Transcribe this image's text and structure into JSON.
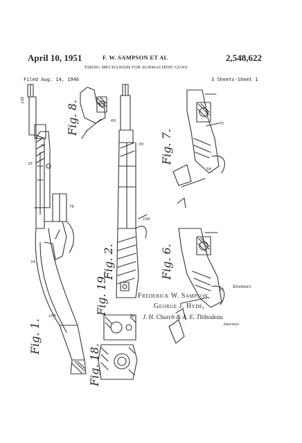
{
  "header": {
    "date": "April 10, 1951",
    "inventors": "F. W. SAMPSON  ET AL",
    "patent_number": "2,548,622",
    "title": "FIRING MECHANISM FOR SUBMACHINE GUNS",
    "filed": "Filed Aug. 14, 1946",
    "sheets": "3 Sheets-Sheet 1"
  },
  "figures": {
    "fig1": "Fig. 1.",
    "fig8": "Fig. 8.",
    "fig2": "Fig. 2.",
    "fig19": "Fig. 19.",
    "fig18": "Fig. 18.",
    "fig7": "Fig. 7.",
    "fig6": "Fig. 6."
  },
  "numerals": [
    "106",
    "39",
    "35",
    "76",
    "34",
    "108",
    "69",
    "39",
    "109",
    "58",
    "70",
    "85"
  ],
  "signature": {
    "caption": "Inventors",
    "name1": "Frederick W. Sampson,",
    "name2": "George J. Hyde,",
    "by": "By",
    "attorneys_sig": "J. H. Church & A. E. Thibodeau",
    "attorneys": "Attorneys"
  }
}
